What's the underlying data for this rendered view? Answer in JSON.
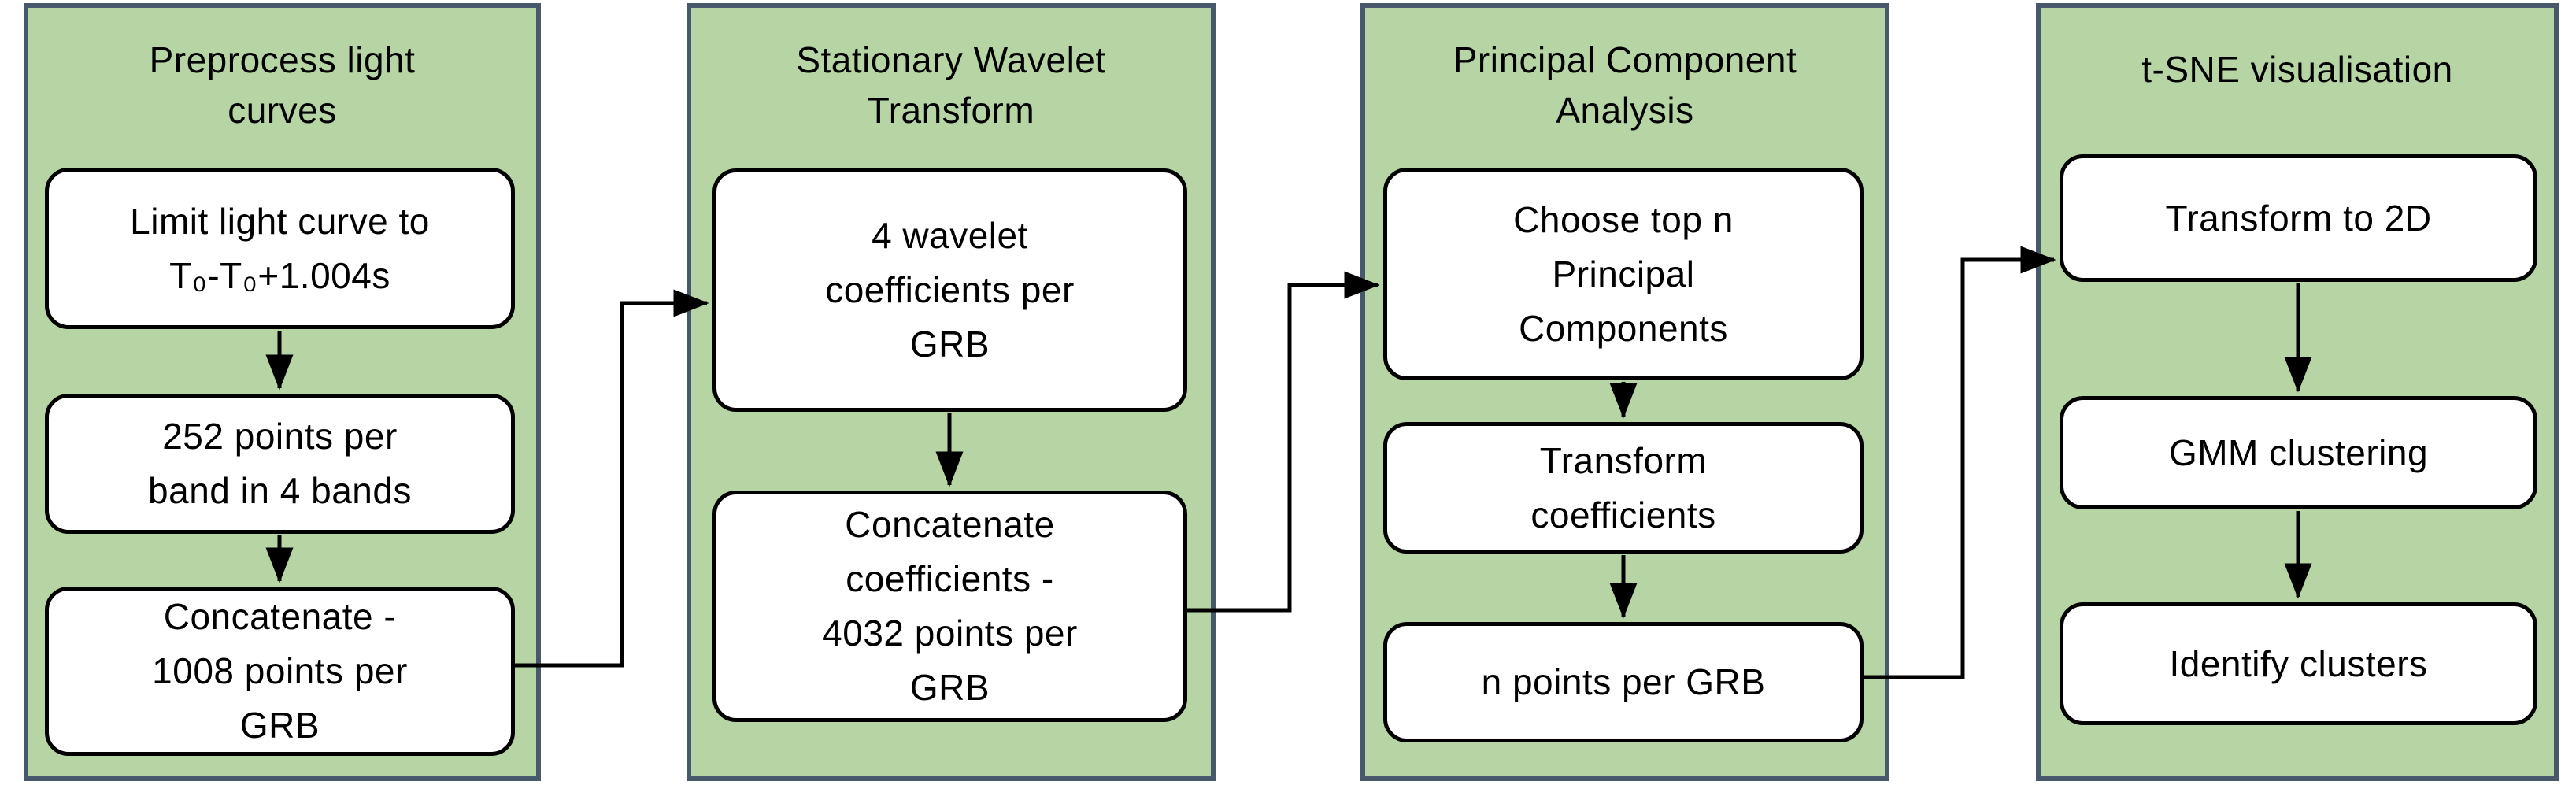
{
  "figure": {
    "type": "flowchart",
    "direction": "left-to-right",
    "colors": {
      "panel_fill": "#b6d4a4",
      "panel_border": "#47586a",
      "box_fill": "#ffffff",
      "box_border": "#000000",
      "arrow": "#000000",
      "background": "#ffffff"
    },
    "panels": [
      {
        "id": "preprocess",
        "title": "Preprocess light\ncurves",
        "steps": [
          "Limit light curve to\nT₀-T₀+1.004s",
          "252 points per\nband in 4 bands",
          "Concatenate -\n1008 points per\nGRB"
        ]
      },
      {
        "id": "stationary-wavelet-transform",
        "title": "Stationary Wavelet\nTransform",
        "steps": [
          "4 wavelet\ncoefficients per\nGRB",
          "Concatenate\ncoefficients -\n4032 points per\nGRB"
        ]
      },
      {
        "id": "principal-component-analysis",
        "title": "Principal Component\nAnalysis",
        "steps": [
          "Choose top n\nPrincipal\nComponents",
          "Transform\ncoefficients",
          "n points per GRB"
        ]
      },
      {
        "id": "tsne-visualisation",
        "title": "t-SNE visualisation",
        "steps": [
          "Transform to 2D",
          "GMM clustering",
          "Identify clusters"
        ]
      }
    ],
    "connections": [
      "Concatenate - 1008 points per GRB → 4 wavelet coefficients per GRB",
      "Concatenate coefficients - 4032 points per GRB → Choose top n Principal Components",
      "n points per GRB → Transform to 2D"
    ]
  }
}
